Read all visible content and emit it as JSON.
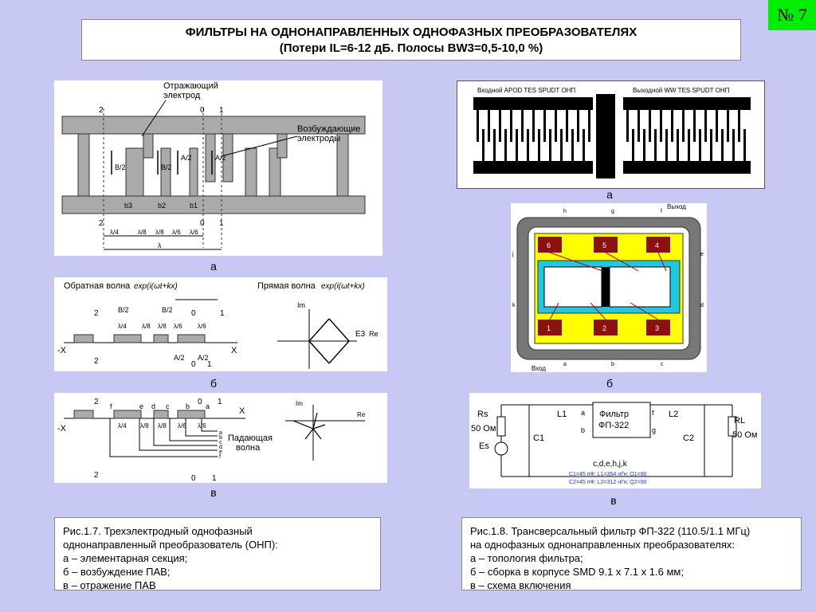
{
  "slide_number": "№ 7",
  "title": {
    "line1": "ФИЛЬТРЫ НА ОДНОНАПРАВЛЕННЫХ ОДНОФАЗНЫХ ПРЕОБРАЗОВАТЕЛЯХ",
    "line2": "(Потери IL=6-12 дБ. Полосы BW3=0,5-10,0 %)"
  },
  "fig_a_left": {
    "label_reflect": "Отражающий",
    "label_reflect2": "электрод",
    "label_excite": "Возбуждающие",
    "label_excite2": "электроды",
    "top_marks": [
      "2",
      "0",
      "1"
    ],
    "bottom_marks": [
      "2",
      "0",
      "1"
    ],
    "b_labels": [
      "b3",
      "b2",
      "b1"
    ],
    "lambda_labels": [
      "λ/4",
      "λ/8",
      "λ/8",
      "λ/6",
      "λ/6"
    ],
    "lambda": "λ",
    "vec_labels": [
      "B/2",
      "B/2",
      "A/2",
      "A/2"
    ]
  },
  "fig_b_left": {
    "back_wave": "Обратная волна",
    "back_expr": "exp(i(ωt+kx)",
    "forward_wave": "Прямая волна",
    "forward_expr": "exp(i(ωt+kx)",
    "minus_x": "-X",
    "x": "X",
    "im": "Im",
    "re": "Re",
    "e3": "E3",
    "marks_top": [
      "2",
      "0",
      "1"
    ],
    "marks_bottom": [
      "2",
      "0",
      "1"
    ],
    "lambda_labels": [
      "λ/4",
      "λ/8",
      "λ/8",
      "λ/6",
      "λ/6"
    ],
    "vec_labels": [
      "B/2",
      "B/2",
      "A/2",
      "A/2"
    ]
  },
  "fig_c_left": {
    "incident_wave": "Падающая",
    "incident_wave2": "волна",
    "minus_x": "-X",
    "x": "X",
    "im": "Im",
    "re": "Re",
    "letters": [
      "f",
      "e",
      "d",
      "c",
      "b",
      "a"
    ],
    "list_letters": [
      "a",
      "b",
      "c",
      "d",
      "e",
      "f"
    ],
    "marks_top": [
      "2",
      "0",
      "1"
    ],
    "marks_bottom": [
      "2",
      "0",
      "1"
    ],
    "lambda_labels": [
      "λ/4",
      "λ/8",
      "λ/8",
      "λ/6",
      "λ/6"
    ]
  },
  "fig_a_right": {
    "input_label": "Входной  APOD  TES  SPUDT  ОНП",
    "output_label": "Выходной  WW  TES  SPUDT  ОНП"
  },
  "fig_b_right": {
    "output": "Выход",
    "input": "Вход",
    "pads_top": [
      "h",
      "g",
      "f"
    ],
    "pads_bottom": [
      "a",
      "b",
      "c"
    ],
    "pads_left": [
      "j",
      "k"
    ],
    "pads_right": [
      "e",
      "d"
    ],
    "pad_numbers_top": [
      "6",
      "5",
      "4"
    ],
    "pad_numbers_bottom": [
      "1",
      "2",
      "3"
    ]
  },
  "fig_c_right": {
    "rs": "Rs",
    "rs_val": "50 Ом",
    "es": "Es",
    "c1": "C1",
    "l1": "L1",
    "filter": "Фильтр",
    "filter_name": "ФП-322",
    "l2": "L2",
    "c2": "C2",
    "rl": "RL",
    "rl_val": "50 Ом",
    "pins": [
      "a",
      "b",
      "f",
      "g"
    ],
    "ground_pins": "c,d,e,h,j,k",
    "params1": "C1=45 пФ; L1=354 нГн; Q1=90",
    "params2": "C2=45 пФ; L2=312 нГн; Q2=90"
  },
  "captions": {
    "a_left": "а",
    "b_left": "б",
    "c_left": "в",
    "a_right": "а",
    "b_right": "б",
    "c_right": "в"
  },
  "fig17": {
    "lines": [
      "Рис.1.7. Трехэлектродный однофазный",
      "однонаправленный преобразователь (ОНП):",
      "а – элементарная секция;",
      "б – возбуждение ПАВ;",
      "в – отражение ПАВ"
    ]
  },
  "fig18": {
    "lines": [
      "Рис.1.8. Трансверсальный фильтр ФП-322 (110.5/1.1 МГц)",
      " на однофазных однонаправленных преобразователях:",
      "а – топология фильтра;",
      "б – сборка в корпусе SMD 9.1 x 7.1 x 1.6 мм;",
      "в – схема включения"
    ]
  }
}
